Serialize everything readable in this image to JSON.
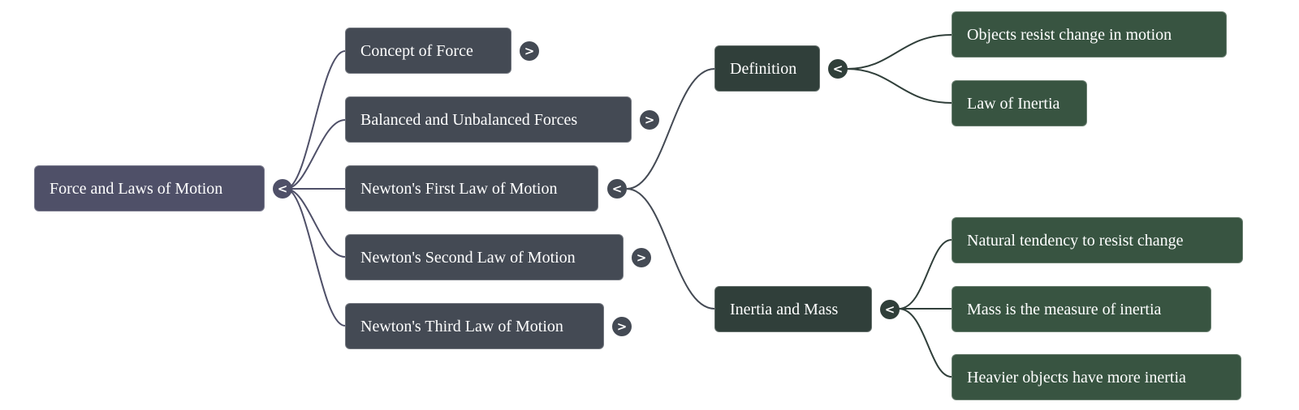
{
  "colors": {
    "root": "#4f5068",
    "level1": "#444a54",
    "level2": "#303f3a",
    "level3": "#385441",
    "edge_root": "#4f5068",
    "edge_level2": "#303f3a"
  },
  "root": {
    "label": "Force and Laws of Motion",
    "toggle": "<"
  },
  "level1": [
    {
      "label": "Concept of Force",
      "toggle": ">"
    },
    {
      "label": "Balanced and Unbalanced Forces",
      "toggle": ">"
    },
    {
      "label": "Newton's First Law of Motion",
      "toggle": "<"
    },
    {
      "label": "Newton's Second Law of Motion",
      "toggle": ">"
    },
    {
      "label": "Newton's Third Law of Motion",
      "toggle": ">"
    }
  ],
  "level2": [
    {
      "label": "Definition",
      "toggle": "<"
    },
    {
      "label": "Inertia and Mass",
      "toggle": "<"
    }
  ],
  "level3": [
    {
      "label": "Objects resist change in motion"
    },
    {
      "label": "Law of Inertia"
    },
    {
      "label": "Natural tendency to resist change"
    },
    {
      "label": "Mass is the measure of inertia"
    },
    {
      "label": "Heavier objects have more inertia"
    }
  ]
}
